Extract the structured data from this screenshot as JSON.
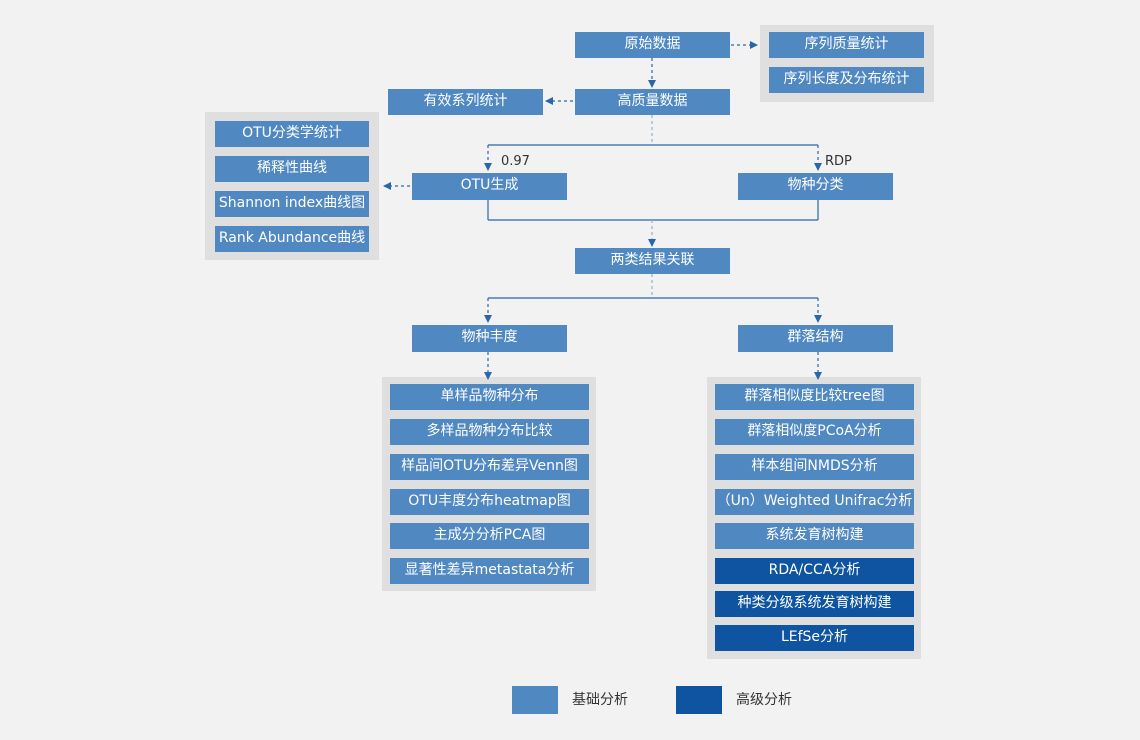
{
  "colors": {
    "basic": "#5088c1",
    "advanced": "#0f54a0",
    "panel": "#dfdfdf",
    "line": "#2b66a8"
  },
  "nodes": {
    "raw": "原始数据",
    "seq_quality": "序列质量统计",
    "seq_length": "序列长度及分布统计",
    "high_quality": "高质量数据",
    "effective_stats": "有效系列统计",
    "otu_gen": "OTU生成",
    "species_class": "物种分类",
    "combine": "两类结果关联",
    "richness": "物种丰度",
    "community": "群落结构"
  },
  "branch_labels": {
    "otu": "0.97",
    "rdp": "RDP"
  },
  "otu_panel": [
    "OTU分类学统计",
    "稀释性曲线",
    "Shannon index曲线图",
    "Rank Abundance曲线"
  ],
  "richness_panel": [
    "单样品物种分布",
    "多样品物种分布比较",
    "样品间OTU分布差异Venn图",
    "OTU丰度分布heatmap图",
    "主成分分析PCA图",
    "显著性差异metastata分析"
  ],
  "community_panel": [
    {
      "label": "群落相似度比较tree图",
      "level": "basic"
    },
    {
      "label": "群落相似度PCoA分析",
      "level": "basic"
    },
    {
      "label": "样本组间NMDS分析",
      "level": "basic"
    },
    {
      "label": "（Un）Weighted Unifrac分析",
      "level": "basic"
    },
    {
      "label": "系统发育树构建",
      "level": "basic"
    },
    {
      "label": "RDA/CCA分析",
      "level": "advanced"
    },
    {
      "label": "种类分级系统发育树构建",
      "level": "advanced"
    },
    {
      "label": "LEfSe分析",
      "level": "advanced"
    }
  ],
  "legend": {
    "basic": "基础分析",
    "advanced": "高级分析"
  }
}
